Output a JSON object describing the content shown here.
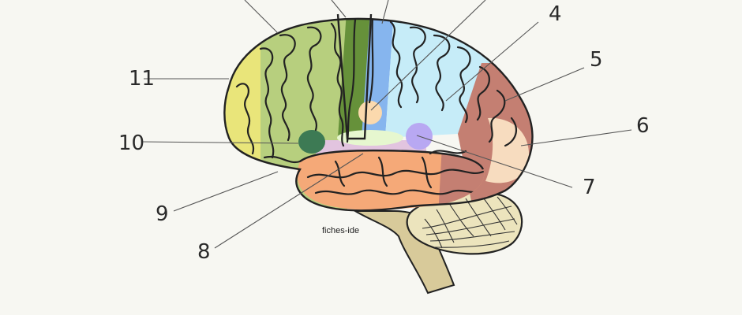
{
  "diagram": {
    "watermark": "fiches-ide",
    "colors": {
      "background": "#f7f7f2",
      "prefrontal": "#e9e57a",
      "frontal": "#b7cf7e",
      "motor_strip": "#66913a",
      "somatosensory": "#86b5ee",
      "parietal": "#c6ecf8",
      "occipital_outer": "#c47f72",
      "occipital_inner": "#f7dcbf",
      "temporal": "#f5a978",
      "insula_band": "#e2c4df",
      "broca_spot": "#3d7a54",
      "wernicke_spot": "#b8a8f2",
      "center_spot": "#fbd9ad",
      "central_band": "#e6f7cf",
      "cerebellum": "#ece4bd",
      "brainstem": "#d8ca9a"
    },
    "labels": [
      {
        "id": "4",
        "text": "4"
      },
      {
        "id": "5",
        "text": "5"
      },
      {
        "id": "6",
        "text": "6"
      },
      {
        "id": "7",
        "text": "7"
      },
      {
        "id": "8",
        "text": "8"
      },
      {
        "id": "9",
        "text": "9"
      },
      {
        "id": "10",
        "text": "10"
      },
      {
        "id": "11",
        "text": "11"
      }
    ]
  }
}
